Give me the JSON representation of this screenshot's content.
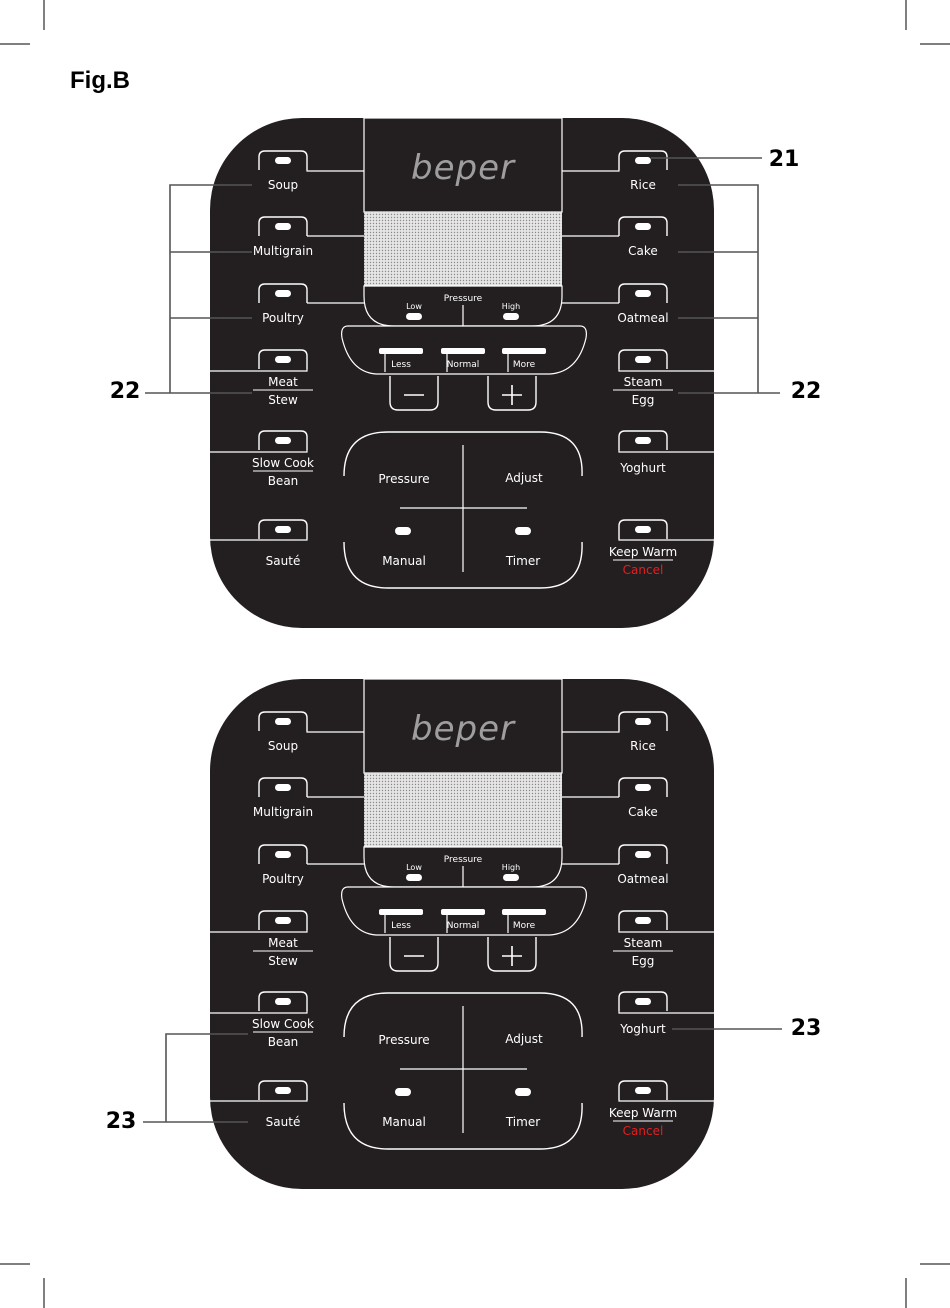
{
  "figure": {
    "title": "Fig.B"
  },
  "colors": {
    "panel": "#231f20",
    "text": "#ffffff",
    "led": "#ffffff",
    "cancel": "#e41f1f",
    "logo": "#9e9e9e",
    "screen": "#d9d9d9",
    "callout": "#555555"
  },
  "panel": {
    "brand": "beper",
    "left_buttons": [
      {
        "label": "Soup"
      },
      {
        "label": "Multigrain"
      },
      {
        "label": "Poultry"
      },
      {
        "label": "Meat",
        "label2": "Stew"
      },
      {
        "label": "Slow Cook",
        "label2": "Bean"
      },
      {
        "label": "Sauté"
      }
    ],
    "right_buttons": [
      {
        "label": "Rice"
      },
      {
        "label": "Cake"
      },
      {
        "label": "Oatmeal"
      },
      {
        "label": "Steam",
        "label2": "Egg"
      },
      {
        "label": "Yoghurt"
      },
      {
        "label": "Keep Warm",
        "label2": "Cancel"
      }
    ],
    "pressure_indicator": {
      "title": "Pressure",
      "low": "Low",
      "high": "High"
    },
    "level_bar": {
      "less": "Less",
      "normal": "Normal",
      "more": "More"
    },
    "minus_icon": "minus-icon",
    "plus_icon": "plus-icon",
    "center_pad": {
      "pressure": "Pressure",
      "adjust": "Adjust",
      "manual": "Manual",
      "timer": "Timer"
    }
  },
  "callouts_top": {
    "led": "21",
    "left_group": "22",
    "right_group": "22"
  },
  "callouts_bottom": {
    "right": "23",
    "left": "23"
  }
}
